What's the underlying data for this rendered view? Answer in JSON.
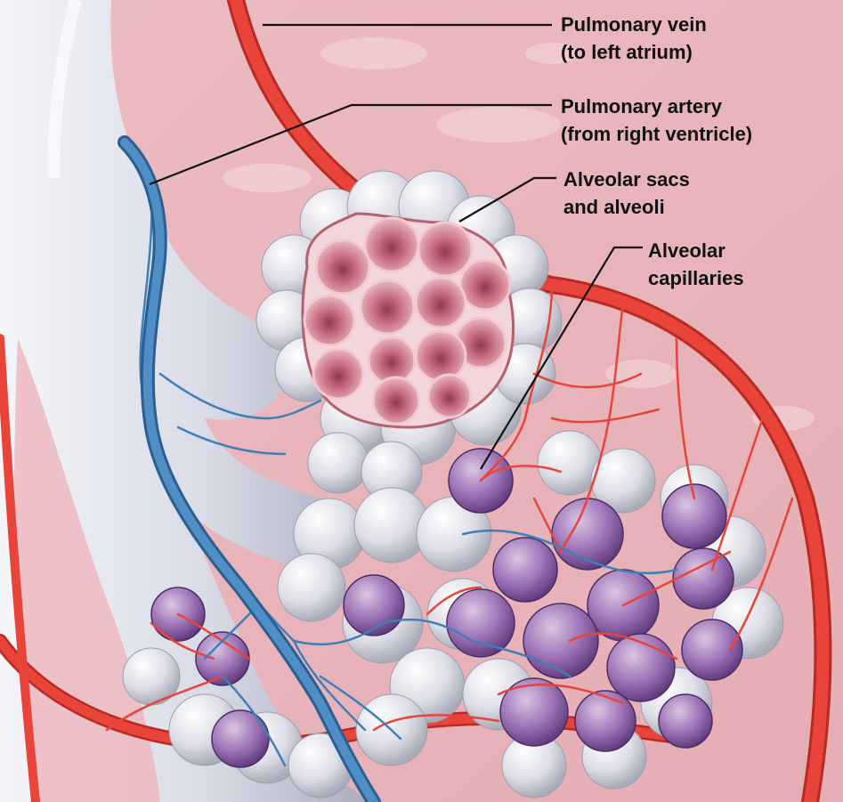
{
  "labels": {
    "pulmonary_vein": {
      "line1": "Pulmonary vein",
      "line2": "(to left atrium)"
    },
    "pulmonary_artery": {
      "line1": "Pulmonary artery",
      "line2": "(from right ventricle)"
    },
    "alveolar_sacs": {
      "line1": "Alveolar sacs",
      "line2": "and alveoli"
    },
    "alveolar_capillaries": {
      "line1": "Alveolar",
      "line2": "capillaries"
    }
  },
  "colors": {
    "tissue": "#e9b7bd",
    "vein_red": "#e8443a",
    "artery_blue": "#3f7fb8",
    "alveolus_white": "#eceef4",
    "alveolus_interior": "#c9707f",
    "capillary_purple": "#8a5fa6",
    "leader_line": "#111111"
  }
}
